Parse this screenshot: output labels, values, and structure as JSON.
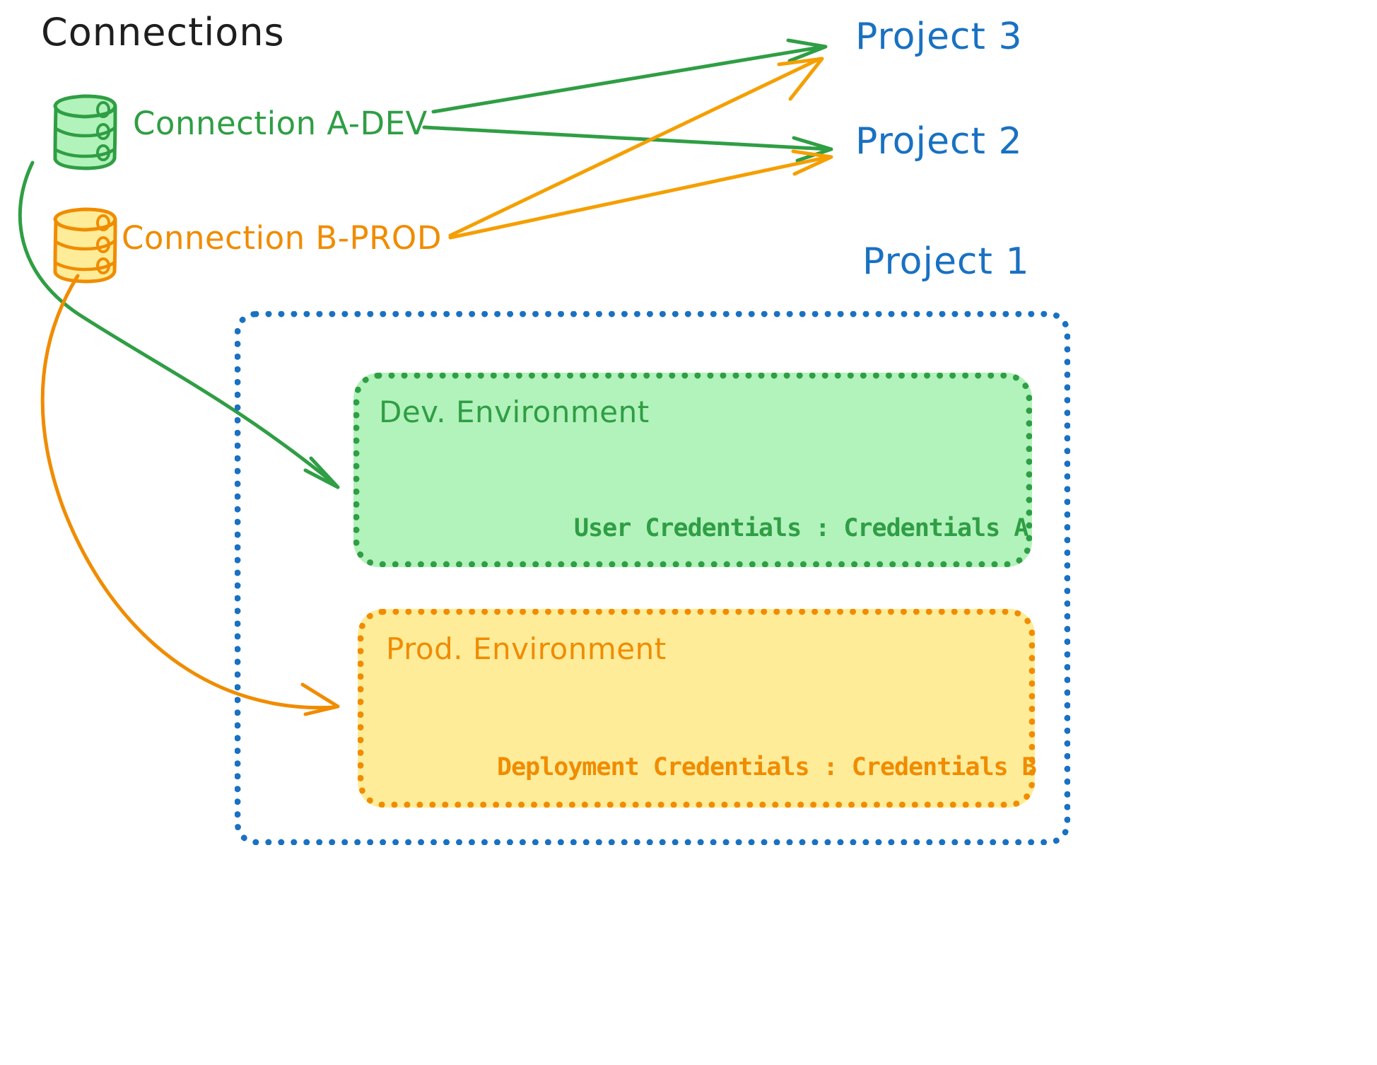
{
  "diagram": {
    "title": "Connections",
    "colors": {
      "green_stroke": "#2f9e44",
      "green_fill": "#b2f2bb",
      "orange_stroke": "#f08c00",
      "orange_fill": "#ffec99",
      "blue_stroke": "#1971c2",
      "black_text": "#1e1e1e"
    },
    "connections": [
      {
        "id": "a-dev",
        "label": "Connection A-DEV",
        "color": "#2f9e44",
        "icon": "database-cylinder-icon"
      },
      {
        "id": "b-prod",
        "label": "Connection B-PROD",
        "color": "#f08c00",
        "icon": "database-cylinder-icon"
      }
    ],
    "projects": [
      {
        "id": "project-3",
        "label": "Project 3"
      },
      {
        "id": "project-2",
        "label": "Project 2"
      },
      {
        "id": "project-1",
        "label": "Project 1"
      }
    ],
    "project1": {
      "label": "Project 1",
      "environments": [
        {
          "id": "dev",
          "title": "Dev. Environment",
          "credentials_label": "User Credentials",
          "credentials_separator": ":",
          "credentials_value": "Credentials A",
          "credentials_line": "User Credentials : Credentials A",
          "color": "#2f9e44",
          "fill": "#b2f2bb"
        },
        {
          "id": "prod",
          "title": "Prod. Environment",
          "credentials_label": "Deployment Credentials",
          "credentials_separator": ":",
          "credentials_value": "Credentials B",
          "credentials_line": "Deployment Credentials : Credentials B",
          "color": "#f08c00",
          "fill": "#ffec99"
        }
      ]
    },
    "arrows": [
      {
        "id": "a-dev-to-project-3",
        "from": "Connection A-DEV",
        "to": "Project 3",
        "color": "#2f9e44"
      },
      {
        "id": "a-dev-to-project-2",
        "from": "Connection A-DEV",
        "to": "Project 2",
        "color": "#2f9e44"
      },
      {
        "id": "a-dev-to-dev-env",
        "from": "Connection A-DEV",
        "to": "Dev. Environment",
        "color": "#2f9e44"
      },
      {
        "id": "b-prod-to-project-3",
        "from": "Connection B-PROD",
        "to": "Project 3",
        "color": "#f59f00"
      },
      {
        "id": "b-prod-to-project-2",
        "from": "Connection B-PROD",
        "to": "Project 2",
        "color": "#f59f00"
      },
      {
        "id": "b-prod-to-prod-env",
        "from": "Connection B-PROD",
        "to": "Prod. Environment",
        "color": "#f08c00"
      }
    ]
  }
}
